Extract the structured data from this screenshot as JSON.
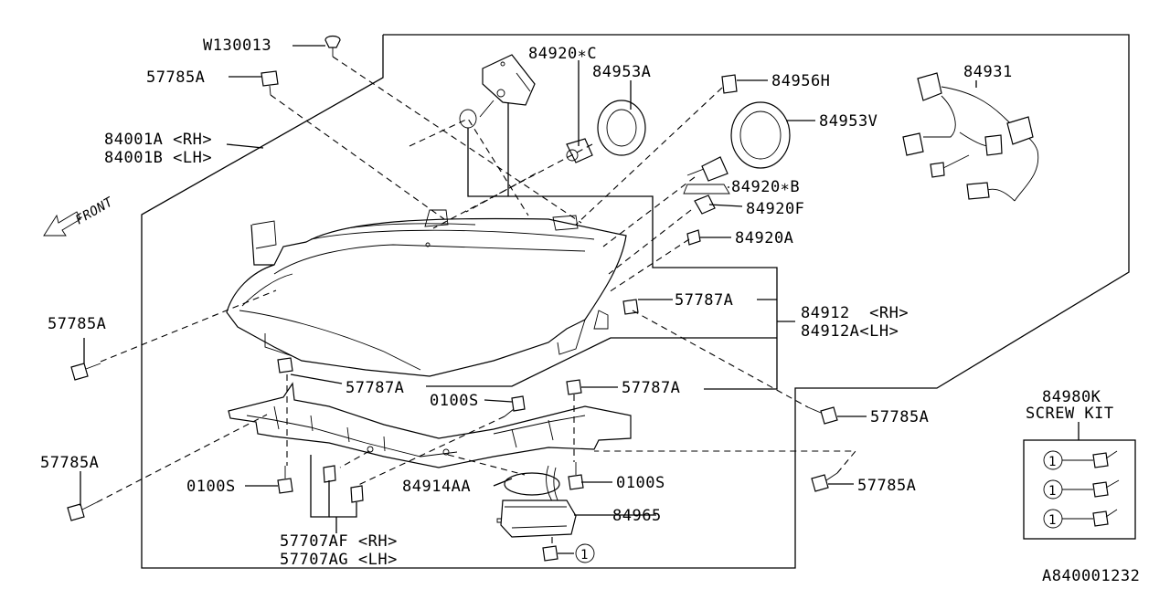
{
  "diagram": {
    "code": "A840001232",
    "front_label": "FRONT",
    "labels": {
      "w130013": "W130013",
      "p57785a_top": "57785A",
      "p84001a": "84001A <RH>",
      "p84001b": "84001B <LH>",
      "p84920c": "84920∗C",
      "p84953a": "84953A",
      "p84956h": "84956H",
      "p84931": "84931",
      "p84953v": "84953V",
      "p84920b": "84920∗B",
      "p84920f": "84920F",
      "p84920a": "84920A",
      "p57787a_1": "57787A",
      "p84912": "84912  <RH>",
      "p84912a": "84912A<LH>",
      "p57785a_left": "57785A",
      "p57787a_2": "57787A",
      "p0100s_1": "0100S",
      "p57787a_3": "57787A",
      "p57785a_r1": "57785A",
      "p57785a_bl": "57785A",
      "p0100s_2": "0100S",
      "p84914aa": "84914AA",
      "p0100s_3": "0100S",
      "p57785a_r2": "57785A",
      "p84965": "84965",
      "p57707af": "57707AF <RH>",
      "p57707ag": "57707AG <LH>",
      "p84980k": "84980K",
      "screw_kit": "SCREW KIT",
      "ref1": "1",
      "kit1": "1",
      "kit2": "1",
      "kit3": "1"
    }
  }
}
